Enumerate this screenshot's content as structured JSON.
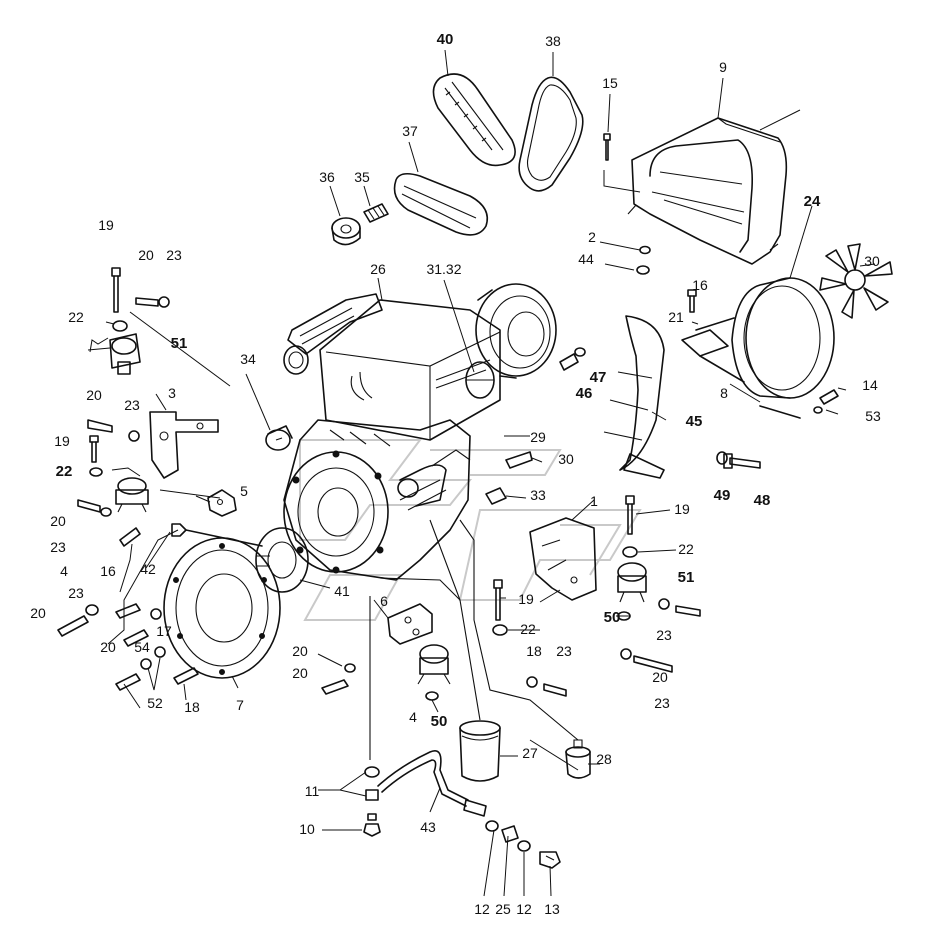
{
  "callouts": [
    {
      "text": "40",
      "bold": true
    },
    {
      "text": "38",
      "bold": false
    },
    {
      "text": "9",
      "bold": false
    },
    {
      "text": "15",
      "bold": false
    },
    {
      "text": "37",
      "bold": false
    },
    {
      "text": "36",
      "bold": false
    },
    {
      "text": "35",
      "bold": false
    },
    {
      "text": "2",
      "bold": false
    },
    {
      "text": "24",
      "bold": true
    },
    {
      "text": "44",
      "bold": false
    },
    {
      "text": "30",
      "bold": false
    },
    {
      "text": "19",
      "bold": false
    },
    {
      "text": "20",
      "bold": false
    },
    {
      "text": "23",
      "bold": false
    },
    {
      "text": "26",
      "bold": false
    },
    {
      "text": "31.32",
      "bold": false
    },
    {
      "text": "16",
      "bold": false
    },
    {
      "text": "21",
      "bold": false
    },
    {
      "text": "14",
      "bold": false
    },
    {
      "text": "22",
      "bold": false
    },
    {
      "text": "51",
      "bold": true
    },
    {
      "text": "34",
      "bold": false
    },
    {
      "text": "47",
      "bold": true
    },
    {
      "text": "46",
      "bold": true
    },
    {
      "text": "53",
      "bold": false
    },
    {
      "text": "8",
      "bold": false
    },
    {
      "text": "45",
      "bold": true
    },
    {
      "text": "3",
      "bold": false
    },
    {
      "text": "20",
      "bold": false
    },
    {
      "text": "23",
      "bold": false
    },
    {
      "text": "29",
      "bold": false
    },
    {
      "text": "19",
      "bold": false
    },
    {
      "text": "30",
      "bold": false
    },
    {
      "text": "49",
      "bold": true
    },
    {
      "text": "48",
      "bold": true
    },
    {
      "text": "22",
      "bold": true
    },
    {
      "text": "5",
      "bold": false
    },
    {
      "text": "33",
      "bold": false
    },
    {
      "text": "1",
      "bold": false
    },
    {
      "text": "20",
      "bold": false
    },
    {
      "text": "19",
      "bold": false
    },
    {
      "text": "23",
      "bold": false
    },
    {
      "text": "22",
      "bold": false
    },
    {
      "text": "16",
      "bold": false
    },
    {
      "text": "42",
      "bold": false
    },
    {
      "text": "51",
      "bold": true
    },
    {
      "text": "4",
      "bold": false
    },
    {
      "text": "41",
      "bold": false
    },
    {
      "text": "19",
      "bold": false
    },
    {
      "text": "23",
      "bold": false
    },
    {
      "text": "6",
      "bold": false
    },
    {
      "text": "50",
      "bold": true
    },
    {
      "text": "20",
      "bold": false
    },
    {
      "text": "22",
      "bold": false
    },
    {
      "text": "23",
      "bold": false
    },
    {
      "text": "20",
      "bold": false
    },
    {
      "text": "17",
      "bold": false
    },
    {
      "text": "54",
      "bold": false
    },
    {
      "text": "18",
      "bold": false
    },
    {
      "text": "23",
      "bold": false
    },
    {
      "text": "20",
      "bold": false
    },
    {
      "text": "23",
      "bold": false
    },
    {
      "text": "20",
      "bold": false
    },
    {
      "text": "52",
      "bold": false
    },
    {
      "text": "18",
      "bold": false
    },
    {
      "text": "7",
      "bold": false
    },
    {
      "text": "4",
      "bold": false
    },
    {
      "text": "50",
      "bold": true
    },
    {
      "text": "20",
      "bold": false
    },
    {
      "text": "27",
      "bold": false
    },
    {
      "text": "28",
      "bold": false
    },
    {
      "text": "11",
      "bold": false
    },
    {
      "text": "43",
      "bold": false
    },
    {
      "text": "10",
      "bold": false
    },
    {
      "text": "12",
      "bold": false
    },
    {
      "text": "25",
      "bold": false
    },
    {
      "text": "12",
      "bold": false
    },
    {
      "text": "13",
      "bold": false
    }
  ]
}
